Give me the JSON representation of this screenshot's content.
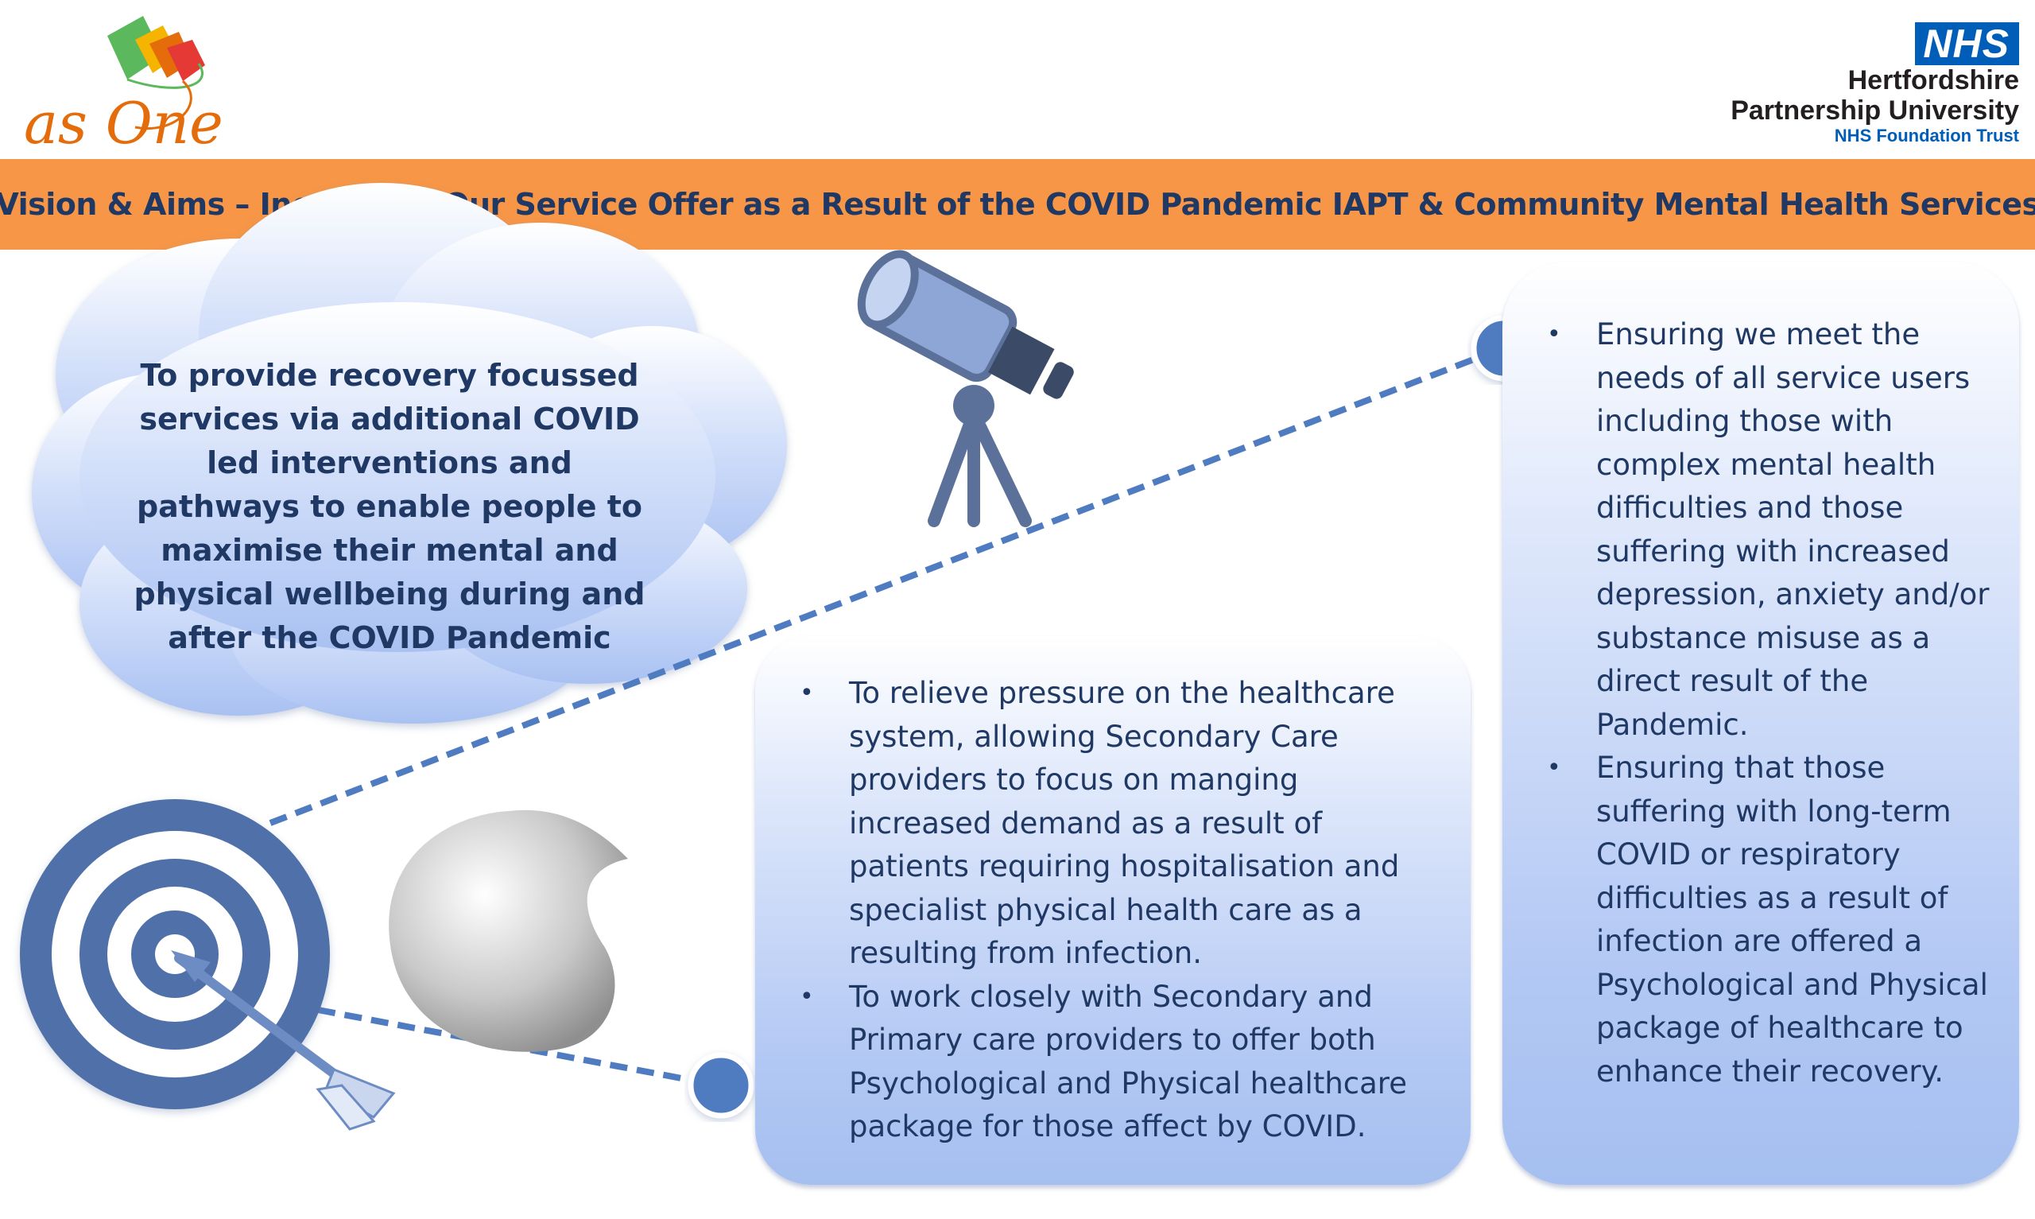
{
  "logo": {
    "text": "as One",
    "colors": {
      "orange": "#E46C0A",
      "green": "#4CAF50",
      "red": "#E53935",
      "yellow": "#F4B400"
    }
  },
  "nhs": {
    "badge": "NHS",
    "line1": "Hertfordshire",
    "line2": "Partnership University",
    "line3": "NHS Foundation Trust",
    "color": "#005EB8"
  },
  "banner": {
    "title": "Vision & Aims – Increasing Our Service Offer as a Result of the COVID Pandemic IAPT & Community Mental Health Services",
    "color": "#F79646",
    "text_color": "#1F3864"
  },
  "vision": {
    "lines": [
      "To provide recovery focussed",
      "services via additional COVID",
      "led interventions and",
      "pathways to enable people to",
      "maximise their mental and",
      "physical wellbeing during and",
      "after the COVID Pandemic"
    ]
  },
  "aims_middle": {
    "bullets": [
      "To relieve pressure on the healthcare system, allowing Secondary Care providers to focus on manging increased demand as a result of patients requiring hospitalisation and specialist physical health care as a resulting from infection.",
      "To work closely with Secondary  and Primary  care providers to offer  both Psychological and Physical healthcare package for those affect by COVID."
    ]
  },
  "aims_right": {
    "bullets": [
      "Ensuring  we meet the needs of all service users including those with complex mental health difficulties and those suffering with increased depression, anxiety and/or substance misuse as a direct result of the Pandemic.",
      "Ensuring that those suffering with long-term COVID or respiratory difficulties as a result of infection are offered a Psychological and Physical package of healthcare to enhance their recovery."
    ]
  },
  "icons": [
    "telescope-icon",
    "target-icon",
    "arrow-icon",
    "shadow-blob"
  ],
  "accent": "#4472C4"
}
